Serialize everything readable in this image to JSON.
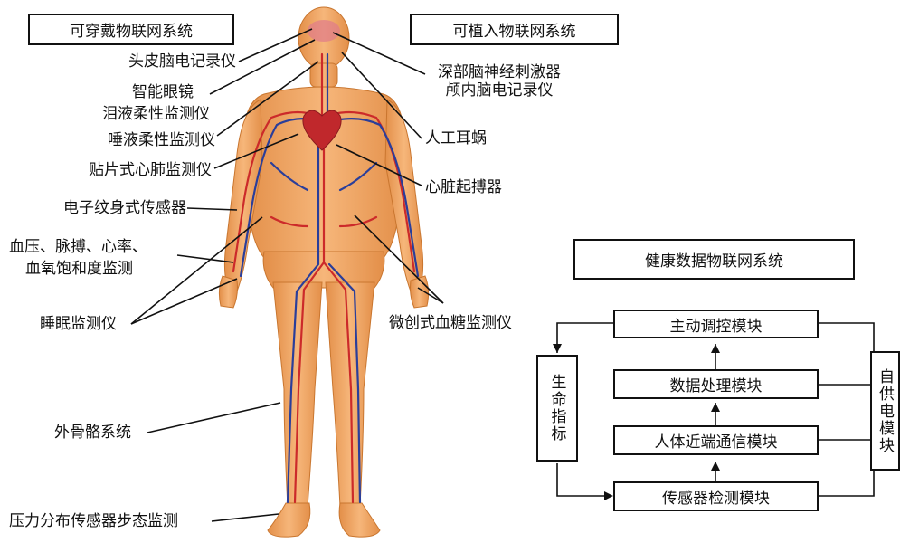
{
  "wearable": {
    "title": "可穿戴物联网系统",
    "labels": {
      "eeg_scalp": "头皮脑电记录仪",
      "smart_glasses": "智能眼镜",
      "tear": "泪液柔性监测仪",
      "saliva": "唾液柔性监测仪",
      "patch": "贴片式心肺监测仪",
      "tattoo": "电子纹身式传感器",
      "vitals_1": "血压、脉搏、心率、",
      "vitals_2": "血氧饱和度监测",
      "sleep": "睡眠监测仪",
      "exoskeleton": "外骨骼系统",
      "gait": "压力分布传感器步态监测"
    }
  },
  "implantable": {
    "title": "可植入物联网系统",
    "labels": {
      "dbs": "深部脑神经刺激器",
      "ieeg": "颅内脑电记录仪",
      "cochlear": "人工耳蜗",
      "pacemaker": "心脏起搏器",
      "cgm": "微创式血糖监测仪"
    }
  },
  "health_iot": {
    "title": "健康数据物联网系统",
    "modules": {
      "active": "主动调控模块",
      "processing": "数据处理模块",
      "comm": "人体近端通信模块",
      "sensor": "传感器检测模块"
    },
    "vital_signs": "生命指标",
    "self_power": "自供电模块"
  },
  "colors": {
    "skin": "#f0a868",
    "skin_shade": "#d9853f",
    "artery": "#cc2a2a",
    "vein": "#2a3e9a",
    "line": "#111111"
  }
}
